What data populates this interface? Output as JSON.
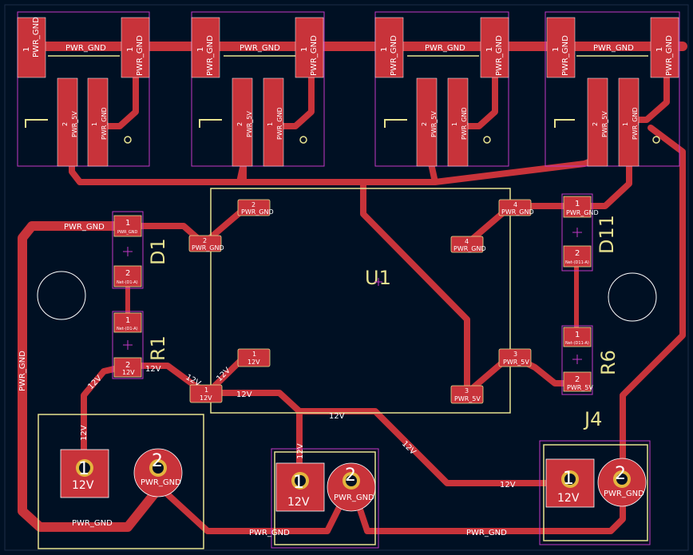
{
  "colors": {
    "background": "#001023",
    "copper": "#c8333a",
    "silkscreen": "#e7e28f",
    "courtyard": "#c437c4",
    "outline": "#e7e7e7",
    "pad_text": "#ffffff",
    "mounting_hole": "#ffffff"
  },
  "refs": {
    "u1": "U1",
    "d1": "D1",
    "d11": "D11",
    "r1": "R1",
    "r6": "R6",
    "j4": "J4"
  },
  "pins": {
    "one": "1",
    "two": "2",
    "three": "3",
    "four": "4"
  },
  "nets": {
    "pwr_gnd": "PWR_GND",
    "pwr_5v": "PWR_5V",
    "v12": "12V",
    "net_d1_a": "Net-(D1-A)",
    "net_d11_a": "Net-(D11-A)"
  }
}
